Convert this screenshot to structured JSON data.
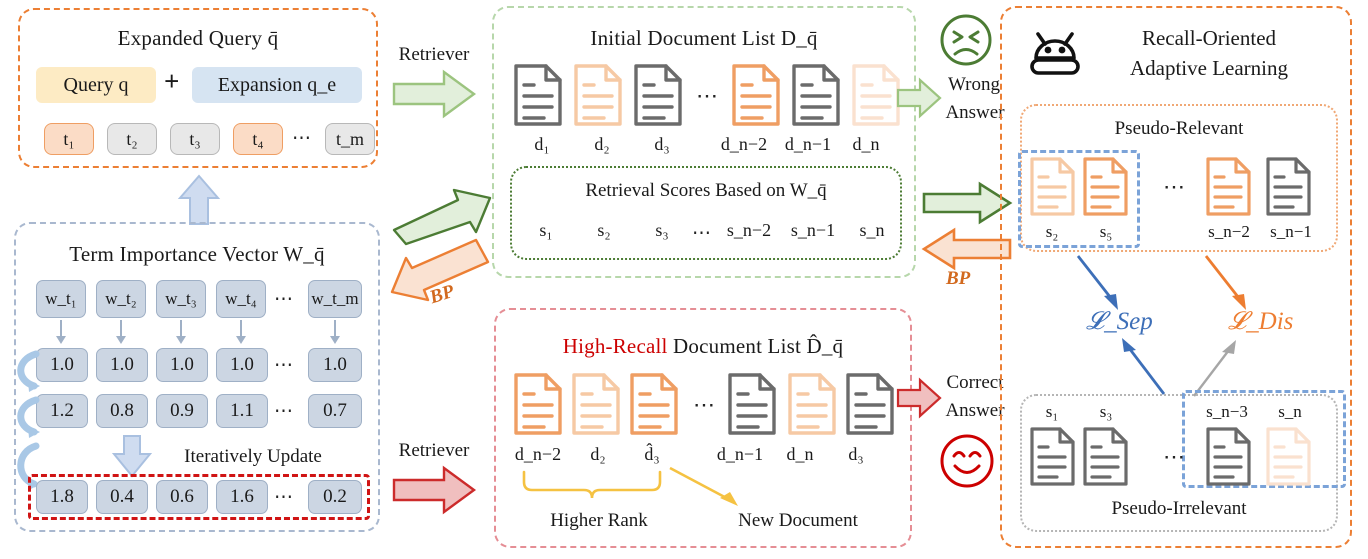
{
  "expanded_query": {
    "title": "Expanded Query q̄",
    "query_label": "Query q",
    "plus": "+",
    "expansion_label": "Expansion q_e",
    "tokens": [
      "t₁",
      "t₂",
      "t₃",
      "t₄",
      "t_m"
    ],
    "token_ellipsis": "⋯"
  },
  "term_vector": {
    "title": "Term Importance Vector W_q̄",
    "w_cells": [
      "w_t₁",
      "w_t₂",
      "w_t₃",
      "w_t₄",
      "w_t_m"
    ],
    "w_ellipsis": "⋯",
    "row1": [
      "1.0",
      "1.0",
      "1.0",
      "1.0",
      "1.0"
    ],
    "row1_ellipsis": "⋯",
    "row2": [
      "1.2",
      "0.8",
      "0.9",
      "1.1",
      "0.7"
    ],
    "row2_ellipsis": "⋯",
    "row3": [
      "1.8",
      "0.4",
      "0.6",
      "1.6",
      "0.2"
    ],
    "row3_ellipsis": "⋯",
    "update_label": "Iteratively Update"
  },
  "arrows": {
    "retriever_top": "Retriever",
    "retriever_bottom": "Retriever",
    "bp_left": "BP",
    "bp_right": "BP"
  },
  "initial_list": {
    "title": "Initial Document List D_q̄",
    "doc_labels": [
      "d₁",
      "d₂",
      "d₃",
      "d_n−2",
      "d_n−1",
      "d_n"
    ],
    "doc_ellipsis": "⋯",
    "scores_title": "Retrieval Scores Based on W_q̄",
    "scores": [
      "s₁",
      "s₂",
      "s₃",
      "s_n−2",
      "s_n−1",
      "s_n"
    ],
    "scores_ellipsis": "⋯"
  },
  "high_recall_list": {
    "title_highlight": "High-Recall",
    "title_rest": " Document List D̂_q̄",
    "doc_labels": [
      "d_n−2",
      "d₂",
      "d̂₃",
      "d_n−1",
      "d_n",
      "d₃"
    ],
    "doc_ellipsis": "⋯",
    "higher_rank_label": "Higher Rank",
    "new_document_label": "New Document"
  },
  "answers": {
    "wrong_line1": "Wrong",
    "wrong_line2": "Answer",
    "correct_line1": "Correct",
    "correct_line2": "Answer"
  },
  "adaptive_learning": {
    "title_line1": "Recall-Oriented",
    "title_line2": "Adaptive Learning",
    "robot_icon": "robot-icon",
    "pseudo_relevant": {
      "label": "Pseudo-Relevant",
      "scores": [
        "s₂",
        "s₅",
        "s_n−2",
        "s_n−1"
      ],
      "ellipsis": "⋯"
    },
    "pseudo_irrelevant": {
      "label": "Pseudo-Irrelevant",
      "scores": [
        "s₁",
        "s₃",
        "s_n−3",
        "s_n"
      ],
      "ellipsis": "⋯"
    },
    "loss_sep": "𝓛_Sep",
    "loss_dis": "𝓛_Dis"
  },
  "colors": {
    "orange": "#ec7f34",
    "green": "#4c7c34",
    "red": "#cc0000",
    "blue": "#3d6fb8",
    "doc_gray": "#6b6b6b",
    "doc_orange": "#ef9e63",
    "doc_orange_light": "#f6c9a4",
    "doc_orange_pale": "#fae1cf"
  }
}
